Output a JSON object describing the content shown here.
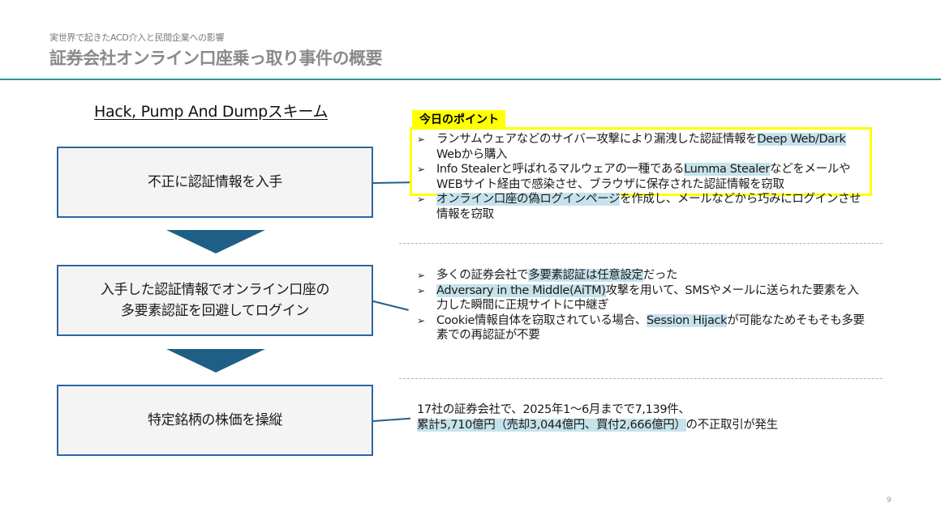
{
  "header": {
    "subtitle": "実世界で起きたACD介入と民間企業への影響",
    "title": "証券会社オンライン口座乗っ取り事件の概要"
  },
  "scheme_title": "Hack, Pump And Dumpスキーム",
  "colors": {
    "accent_rule": "#2a9a8c",
    "step_border": "#2d66a3",
    "step_fill": "#f4f4f4",
    "arrow": "#1f5f85",
    "point_highlight": "#ffff00",
    "text_highlight": "#c6e3ec"
  },
  "steps": [
    {
      "label": "不正に認証情報を入手"
    },
    {
      "label_line1": "入手した認証情報でオンライン口座の",
      "label_line2": "多要素認証を回避してログイン"
    },
    {
      "label": "特定銘柄の株価を操縦"
    }
  ],
  "point_label": "今日のポイント",
  "bullet_icon": "arrowhead-bullet-icon",
  "section1": {
    "bullets": [
      {
        "pre": "ランサムウェアなどのサイバー攻撃により漏洩した認証情報を",
        "hl": "Deep Web/Dark ",
        "post": "Webから購入"
      },
      {
        "pre": "Info Stealerと呼ばれるマルウェアの一種である",
        "hl": "Lumma Stealer",
        "post": "などをメールやWEBサイト経由で感染させ、ブラウザに保存された認証情報を窃取"
      },
      {
        "pre": "",
        "hl": "オンライン口座の偽ログインページ",
        "post": "を作成し、メールなどから巧みにログインさせ情報を窃取"
      }
    ]
  },
  "section2": {
    "bullets": [
      {
        "pre": "多くの証券会社で",
        "hl": "多要素認証は任意設定",
        "post": "だった"
      },
      {
        "pre": "",
        "hl": "Adversary in the Middle(AiTM)",
        "post": "攻撃を用いて、SMSやメールに送られた要素を入力した瞬間に正規サイトに中継ぎ"
      },
      {
        "pre": "Cookie情報自体を窃取されている場合、",
        "hl": "Session Hijack",
        "post": "が可能なためそもそも多要素での再認証が不要"
      }
    ]
  },
  "section3": {
    "line1": "17社の証券会社で、2025年1～6月までで7,139件、",
    "line2_hl": "累計5,710億円（売却3,044億円、買付2,666億円）",
    "line2_post": "の不正取引が発生"
  },
  "page_number": "9"
}
